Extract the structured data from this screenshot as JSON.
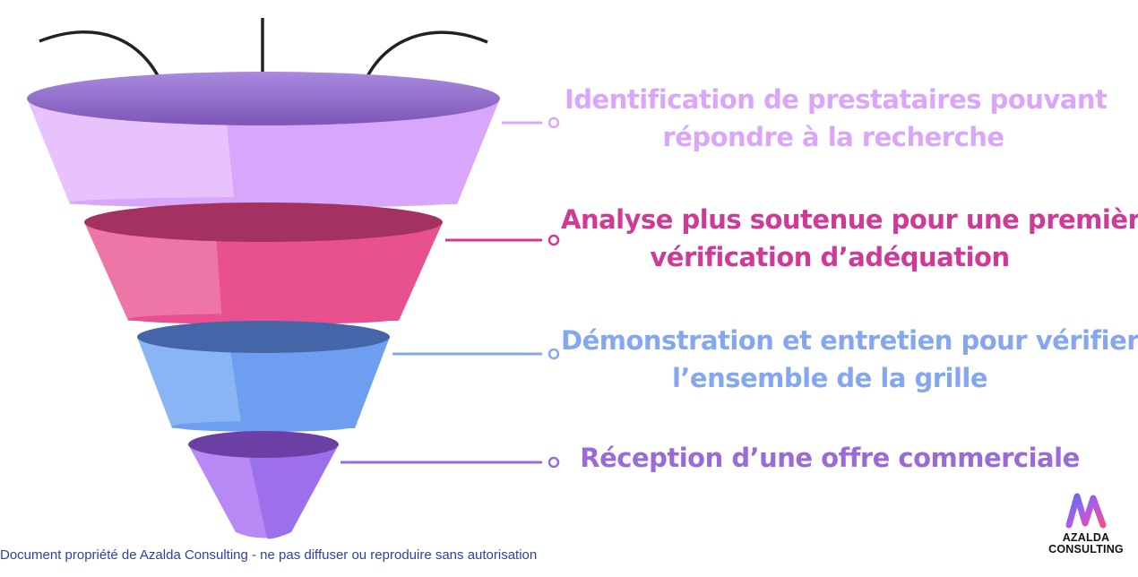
{
  "stages": [
    {
      "lines": [
        "Identification de prestataires pouvant",
        "répondre à la recherche"
      ],
      "color": "#d9a6fb",
      "ring_top": "#9a6ed4",
      "band_left": "#e8c2fd",
      "band_right": "#d8a6fa"
    },
    {
      "lines": [
        "Analyse plus soutenue pour une première",
        "vérification d’adéquation"
      ],
      "color": "#cf3a97",
      "ring_top": "#a43261",
      "band_left": "#ee76a6",
      "band_right": "#e8508f"
    },
    {
      "lines": [
        "Démonstration et entretien pour vérifier",
        "l’ensemble de la grille"
      ],
      "color": "#84a7ef",
      "ring_top": "#4466a8",
      "band_left": "#8ab5f4",
      "band_right": "#6d9ef0"
    },
    {
      "lines": [
        "Réception d’une offre commerciale"
      ],
      "color": "#9a6ad6",
      "ring_top": "#6c3fa4",
      "band_left": "#b889f4",
      "band_right": "#9c70ea"
    }
  ],
  "footer": "Document propriété de Azalda Consulting - ne pas diffuser ou reproduire sans autorisation",
  "brand": {
    "line1": "AZALDA",
    "line2": "CONSULTING"
  }
}
